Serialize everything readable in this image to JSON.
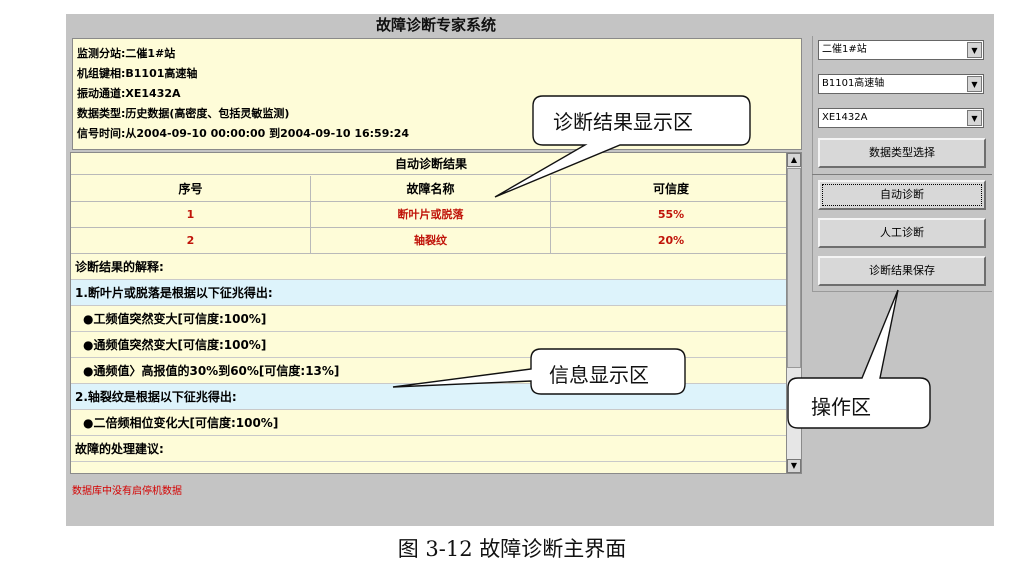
{
  "window": {
    "title": "故障诊断专家系统"
  },
  "info": {
    "substation": "监测分站:二催1#站",
    "unit": "机组键相:B1101高速轴",
    "channel": "振动通道:XE1432A",
    "data_type": "数据类型:历史数据(高密度、包括灵敏监测)",
    "signal_time": "信号时间:从2004-09-10 00:00:00 到2004-09-10 16:59:24"
  },
  "results": {
    "title": "自动诊断结果",
    "columns": [
      "序号",
      "故障名称",
      "可信度"
    ],
    "rows": [
      {
        "index": "1",
        "name": "断叶片或脱落",
        "confidence": "55%"
      },
      {
        "index": "2",
        "name": "轴裂纹",
        "confidence": "20%"
      }
    ],
    "explain_header": "诊断结果的解释:",
    "fault1_title": "1.断叶片或脱落是根据以下征兆得出:",
    "fault1_items": [
      "●工频值突然变大[可信度:100%]",
      "●通频值突然变大[可信度:100%]",
      "●通频值〉高报值的30%到60%[可信度:13%]"
    ],
    "fault2_title": "2.轴裂纹是根据以下征兆得出:",
    "fault2_items": [
      "●二倍频相位变化大[可信度:100%]"
    ],
    "advice_header": "故障的处理建议:"
  },
  "status_message": "数据库中没有启停机数据",
  "controls": {
    "station_select": "二催1#站",
    "unit_select": "B1101高速轴",
    "channel_select": "XE1432A",
    "datatype_button": "数据类型选择",
    "auto_diag_button": "自动诊断",
    "manual_diag_button": "人工诊断",
    "save_button": "诊断结果保存"
  },
  "callouts": {
    "result_area": "诊断结果显示区",
    "info_area": "信息显示区",
    "operation_area": "操作区"
  },
  "caption": "图 3-12 故障诊断主界面",
  "colors": {
    "panel_bg": "#fefcd8",
    "highlight_row": "#ddf3fb",
    "value_red": "#c0140a",
    "window_bg": "#c4c4c4"
  }
}
